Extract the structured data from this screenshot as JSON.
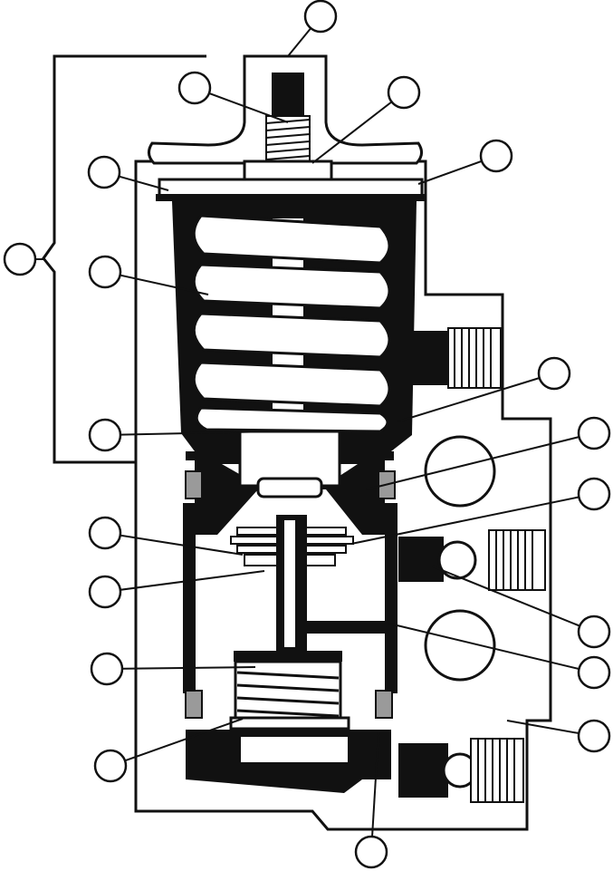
{
  "diagram": {
    "style": "black-and-white cutaway technical illustration",
    "colors": {
      "ink": "#111111",
      "paper": "#ffffff",
      "hatch": "#9a9a9a"
    },
    "callouts": [
      {
        "id": "c1"
      },
      {
        "id": "c2"
      },
      {
        "id": "c3"
      },
      {
        "id": "c4"
      },
      {
        "id": "c5"
      },
      {
        "id": "c6"
      },
      {
        "id": "c7"
      },
      {
        "id": "c8"
      },
      {
        "id": "c9"
      },
      {
        "id": "c10"
      },
      {
        "id": "c11"
      },
      {
        "id": "c12"
      },
      {
        "id": "c13"
      },
      {
        "id": "c14"
      },
      {
        "id": "c15"
      },
      {
        "id": "c16"
      },
      {
        "id": "c17"
      },
      {
        "id": "c18"
      },
      {
        "id": "c19"
      },
      {
        "id": "c20"
      },
      {
        "id": "c21"
      }
    ]
  }
}
